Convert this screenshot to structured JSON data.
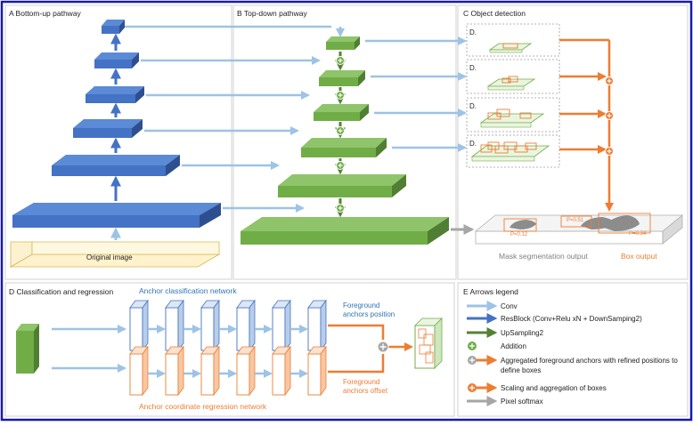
{
  "panels": {
    "a_title": "A Bottom-up pathway",
    "b_title": "B Top-down pathway",
    "c_title": "C Object detection",
    "d_title": "D Classification and regression",
    "e_title": "E Arrows legend"
  },
  "bottom_up": {
    "input_label": "Original image"
  },
  "object_detection": {
    "detector_tag": "D.",
    "prob_a": "P=0.12",
    "prob_b": "P=0.51",
    "prob_c": "P=0.34",
    "mask_label": "Mask segmentation output",
    "box_label": "Box output"
  },
  "classification": {
    "anchor_cls_label": "Anchor classification network",
    "anchor_reg_label": "Anchor coordinate regression network",
    "fg_position_line1": "Foreground",
    "fg_position_line2": "anchors position",
    "fg_offset_line1": "Foreground",
    "fg_offset_line2": "anchors offset"
  },
  "legend": [
    {
      "icon": "light-blue-arrow",
      "color": "#9dc3e6",
      "label": "Conv"
    },
    {
      "icon": "dark-blue-arrow",
      "color": "#4472c4",
      "label": "ResBlock (Conv+Relu xN + DownSamping2)"
    },
    {
      "icon": "dark-green-arrow",
      "color": "#548235",
      "label": "UpSampling2"
    },
    {
      "icon": "green-plus-circle",
      "color": "#70ad47",
      "label": "Addition"
    },
    {
      "icon": "orange-grey-plus-arrow",
      "color": "#ed7d31",
      "label": "Aggregated foreground anchors with refined positions to"
    },
    {
      "icon": "none",
      "color": "",
      "label": "define boxes"
    },
    {
      "icon": "orange-plus-arrow",
      "color": "#ed7d31",
      "label": "Scaling and aggregation of boxes"
    },
    {
      "icon": "grey-arrow",
      "color": "#a6a6a6",
      "label": "Pixel softmax"
    }
  ],
  "colors": {
    "frame": "#1a1aa6",
    "blue": "#4472c4",
    "light_blue": "#9dc3e6",
    "green": "#70ad47",
    "dark_green": "#548235",
    "orange": "#ed7d31",
    "grey": "#a6a6a6",
    "cream": "#fff2cc"
  }
}
